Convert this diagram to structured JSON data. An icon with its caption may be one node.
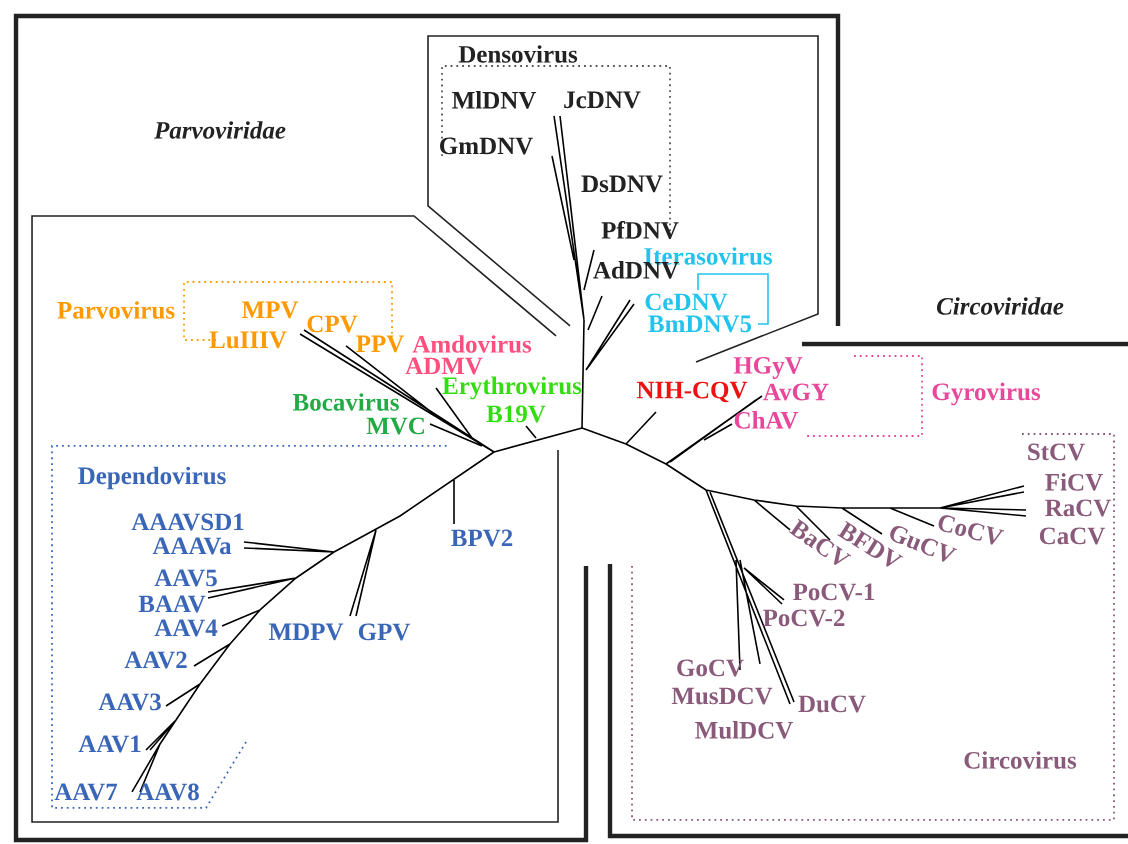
{
  "diagram": {
    "nodes": [
      {
        "text": [
          "Parvoviridae"
        ]
      },
      {
        "text": [
          "Densovirus"
        ],
        "in": 0
      },
      {
        "text": [],
        "shape": "box",
        "in": 1
      },
      {
        "text": [],
        "shape": "box",
        "in": 0
      },
      {
        "text": [
          "Parvovirus"
        ],
        "in": 3
      },
      {
        "text": [
          "Dependovirus"
        ],
        "in": 3
      },
      {
        "text": [
          "Circoviridae"
        ]
      },
      {
        "text": [
          "Gyrovirus"
        ],
        "in": 6
      },
      {
        "text": [
          "Circovirus"
        ],
        "in": 6
      }
    ],
    "labels": [
      "MlDNV",
      "JcDNV",
      "GmDNV",
      "DsDNV",
      "PfDNV",
      "Iterasovirus",
      "AdDNV",
      "CeDNV",
      "BmDNV5",
      "MPV",
      "CPV",
      "LuIIIV",
      "PPV",
      "Amdovirus",
      "ADMV",
      "Erythrovirus",
      "Bocavirus",
      "B19V",
      "MVC",
      "NIH-CQV",
      "HGyV",
      "AvGY",
      "ChAV",
      "AAAVSD1",
      "AAAVa",
      "BPV2",
      "AAV5",
      "BAAV",
      "AAV4",
      "MDPV",
      "GPV",
      "AAV2",
      "AAV3",
      "AAV1",
      "AAV7",
      "AAV8",
      "StCV",
      "FiCV",
      "RaCV",
      "CaCV",
      "CoCV",
      "GuCV",
      "BFDV",
      "BaCV",
      "PoCV-1",
      "PoCV-2",
      "GoCV",
      "MusDCV",
      "DuCV",
      "MulDCV"
    ]
  }
}
